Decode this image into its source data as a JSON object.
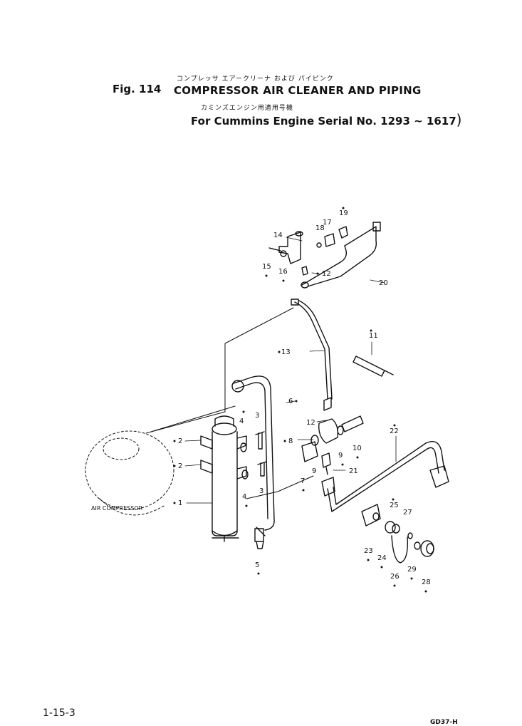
{
  "header": {
    "fig_label": "Fig. 114",
    "kana_title": "コンプレッサ エアークリーナ および パイピンク",
    "title": "COMPRESSOR AIR CLEANER AND PIPING",
    "kana_subtitle": "カミンズエンジン用適用号機",
    "subtitle": "For Cummins Engine Serial No. 1293 ~ 1617",
    "subtitle_paren": ")"
  },
  "diagram": {
    "component_label": "AIR COMPRESSOR",
    "callouts": [
      "1",
      "2",
      "2",
      "3",
      "3",
      "4",
      "4",
      "5",
      "6",
      "7",
      "8",
      "9",
      "9",
      "10",
      "11",
      "12",
      "12",
      "13",
      "14",
      "15",
      "16",
      "17",
      "18",
      "19",
      "20",
      "21",
      "22",
      "23",
      "24",
      "25",
      "26",
      "27",
      "28",
      "29"
    ]
  },
  "footer": {
    "page_ref": "1-15-3",
    "drawing_code": "GD37-H"
  },
  "colors": {
    "ink": "#111111",
    "background": "#ffffff"
  }
}
